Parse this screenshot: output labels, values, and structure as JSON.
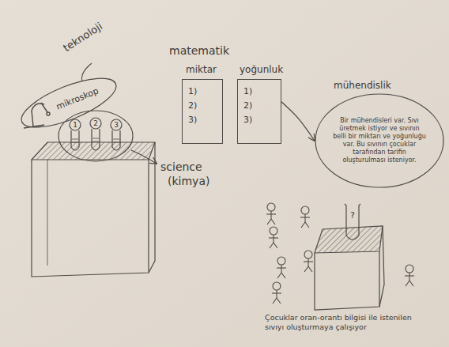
{
  "diagram": {
    "nodes": [
      {
        "text": [
          "mikroskop"
        ]
      },
      {
        "text": [
          "miktar",
          "1)",
          "2)",
          "3)"
        ]
      },
      {
        "text": [
          "yoğunluk",
          "1)",
          "2)",
          "3)"
        ]
      },
      {
        "text": [
          "mühendislik",
          "Bir mühendisleri var. Sıvı üretmek istiyor ve sıvının belli bir miktarı ve yoğunluğu var. Bu sıvının çocuklar tarafından tarifin oluşturulması isteniyor."
        ]
      }
    ],
    "edges": [
      {
        "from": 2,
        "to": 3,
        "arrow": "to"
      }
    ],
    "labels": [
      "teknoloji",
      "1",
      "2",
      "3",
      "matematik",
      "science",
      "(kimya)",
      "?",
      "Çocuklar oran-orantı bilgisi ile istenilen sıvıyı oluşturmaya çalışıyor"
    ]
  }
}
